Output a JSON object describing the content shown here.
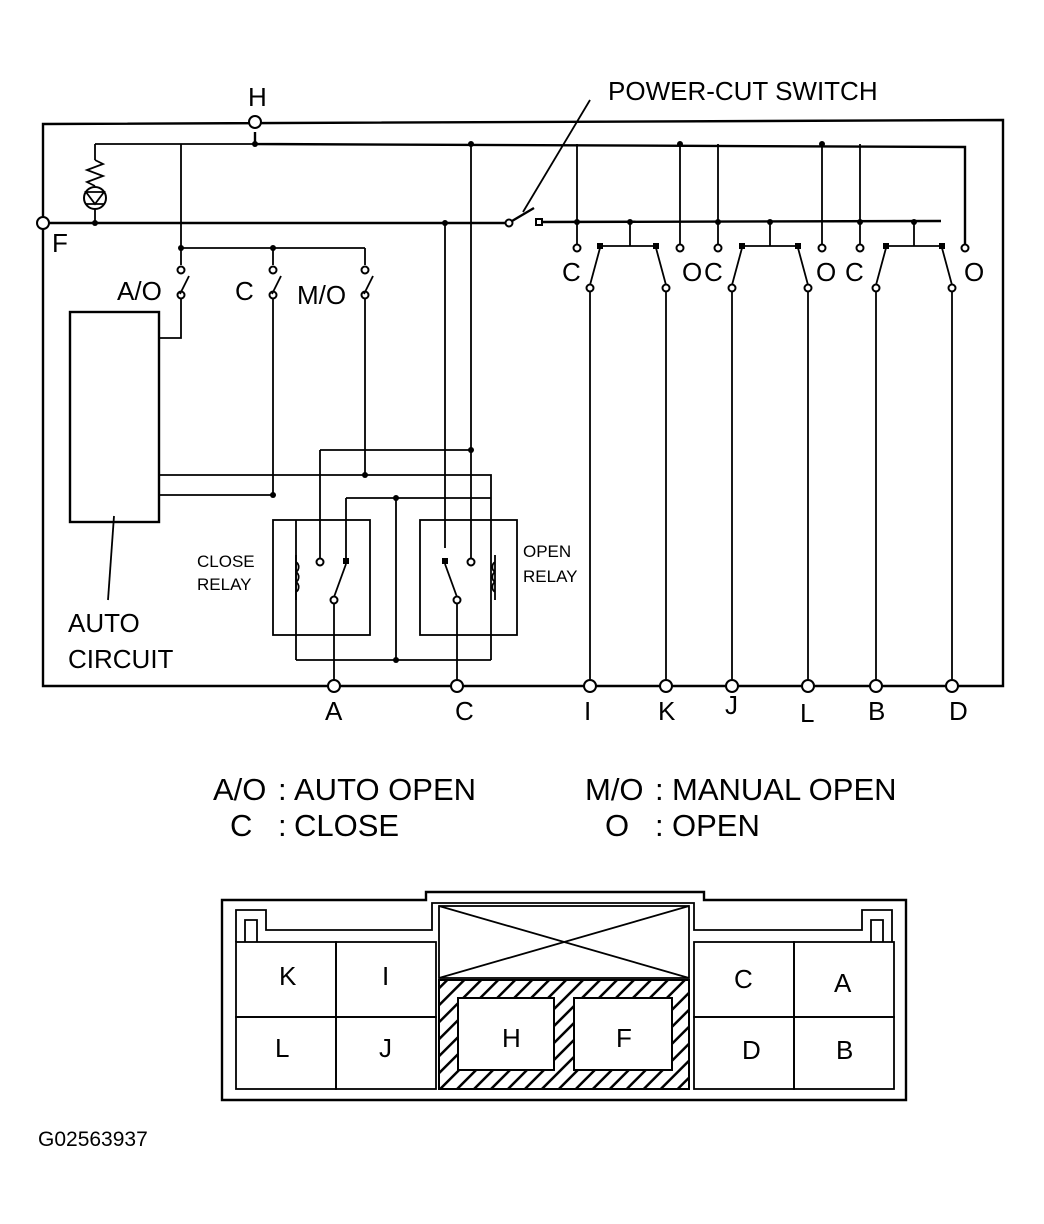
{
  "figure_code": "G02563937",
  "colors": {
    "line": "#000000",
    "background": "#ffffff"
  },
  "labels": {
    "power_cut_switch": "POWER-CUT SWITCH",
    "node_h": "H",
    "node_f": "F",
    "switch_auto_open": "A/O",
    "switch_close": "C",
    "switch_manual_open": "M/O",
    "auto_circuit_line1": "AUTO",
    "auto_circuit_line2": "CIRCUIT",
    "close_relay_line1": "CLOSE",
    "close_relay_line2": "RELAY",
    "open_relay_line1": "OPEN",
    "open_relay_line2": "RELAY"
  },
  "passenger_switches": [
    {
      "close": "C",
      "open": "O"
    },
    {
      "close": "C",
      "open": "O"
    },
    {
      "close": "C",
      "open": "O"
    }
  ],
  "terminals": [
    "A",
    "C",
    "I",
    "K",
    "J",
    "L",
    "B",
    "D"
  ],
  "legend": [
    {
      "abbr": "A/O",
      "sep": ":",
      "meaning": "AUTO OPEN"
    },
    {
      "abbr": "C",
      "sep": ":",
      "meaning": "CLOSE"
    },
    {
      "abbr": "M/O",
      "sep": ":",
      "meaning": "MANUAL OPEN"
    },
    {
      "abbr": "O",
      "sep": ":",
      "meaning": "OPEN"
    }
  ],
  "connector": {
    "pins": [
      "K",
      "I",
      "C",
      "A",
      "L",
      "J",
      "D",
      "B",
      "H",
      "F"
    ]
  }
}
